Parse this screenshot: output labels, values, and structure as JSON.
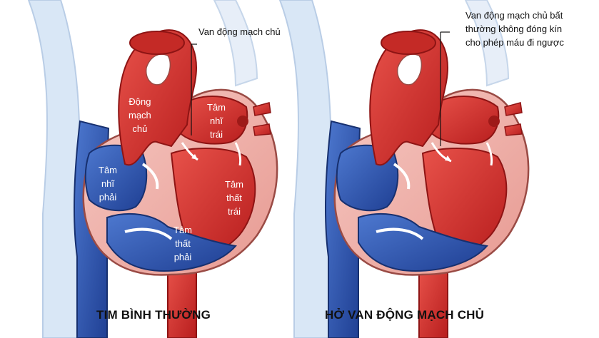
{
  "panels": [
    {
      "caption": "TIM BÌNH THƯỜNG",
      "callout": "Van động mạch chủ",
      "labels": {
        "aorta": "Động\nmạch\nchủ",
        "left_atrium": "Tâm\nnhĩ\ntrái",
        "right_atrium": "Tâm\nnhĩ\nphải",
        "left_ventricle": "Tâm\nthất\ntrái",
        "right_ventricle": "Tâm\nthất\nphải"
      }
    },
    {
      "caption": "HỞ VAN ĐỘNG MẠCH CHỦ",
      "callout": "Van động mạch chủ bất\nthường không đóng kín\ncho phép máu đi ngược"
    }
  ],
  "colors": {
    "oxygenated_red": "#d8302c",
    "deoxygenated_blue": "#2a55b0",
    "wall_pink": "#f1b2ac",
    "background_vessel_blue": "#d9e7f6"
  }
}
